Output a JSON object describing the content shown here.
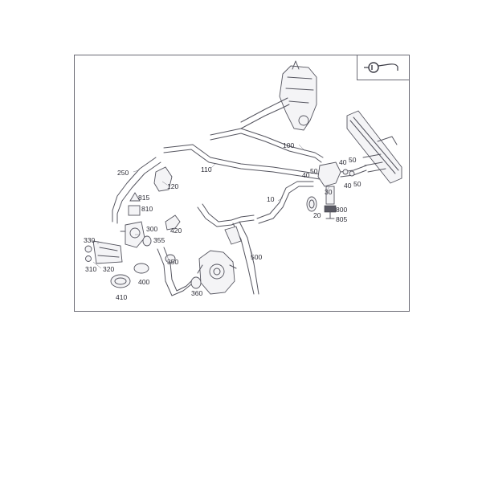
{
  "callouts": [
    {
      "id": "c100",
      "text": "100"
    },
    {
      "id": "c110",
      "text": "110"
    },
    {
      "id": "c250",
      "text": "250"
    },
    {
      "id": "c120",
      "text": "120"
    },
    {
      "id": "c815",
      "text": "815"
    },
    {
      "id": "c810",
      "text": "810"
    },
    {
      "id": "c300",
      "text": "300"
    },
    {
      "id": "c355",
      "text": "355"
    },
    {
      "id": "c420",
      "text": "420"
    },
    {
      "id": "c330",
      "text": "330"
    },
    {
      "id": "c310",
      "text": "310"
    },
    {
      "id": "c320",
      "text": "320"
    },
    {
      "id": "c400",
      "text": "400"
    },
    {
      "id": "c410",
      "text": "410"
    },
    {
      "id": "c350",
      "text": "350"
    },
    {
      "id": "c360",
      "text": "360"
    },
    {
      "id": "c500",
      "text": "500"
    },
    {
      "id": "c10",
      "text": "10"
    },
    {
      "id": "c20",
      "text": "20"
    },
    {
      "id": "c30",
      "text": "30"
    },
    {
      "id": "c800",
      "text": "800"
    },
    {
      "id": "c805",
      "text": "805"
    },
    {
      "id": "c40a",
      "text": "40"
    },
    {
      "id": "c50a",
      "text": "50"
    },
    {
      "id": "c40b",
      "text": "40"
    },
    {
      "id": "c50b",
      "text": "50"
    },
    {
      "id": "c40c",
      "text": "40"
    },
    {
      "id": "c50c",
      "text": "50"
    }
  ],
  "colors": {
    "line": "#55555f",
    "frame": "#6a6a74",
    "text": "#2b2b35"
  },
  "icons": {
    "corner_badge": "hose-clamp-icon"
  }
}
